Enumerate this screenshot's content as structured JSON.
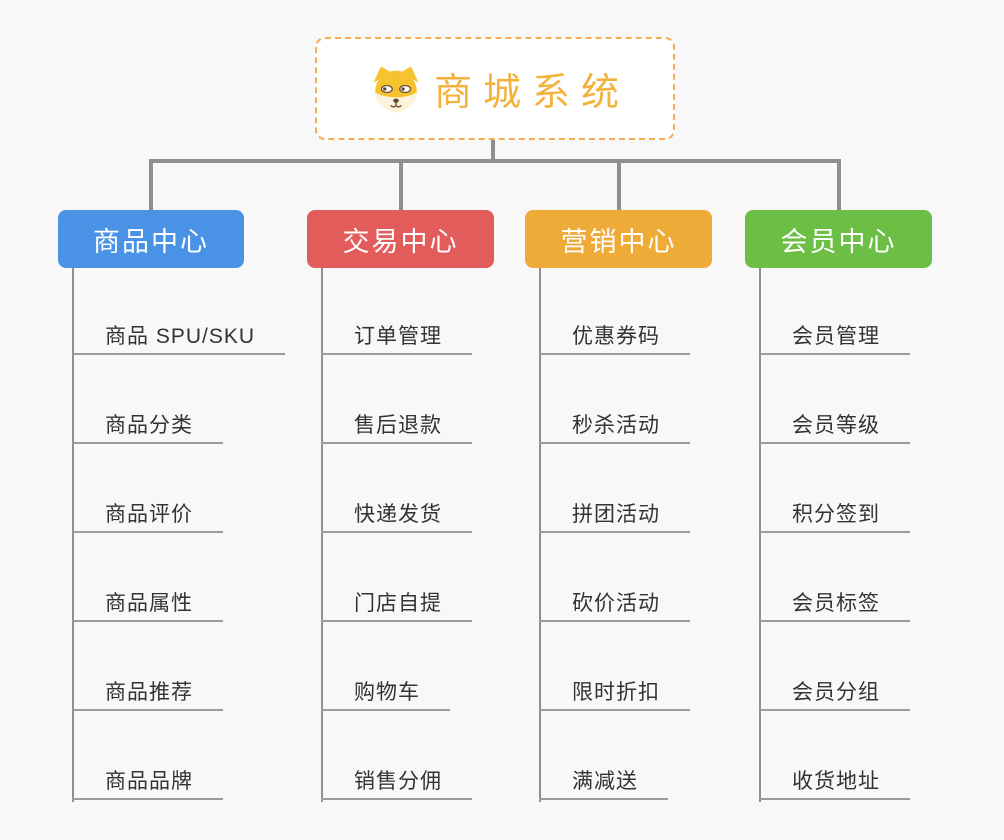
{
  "root": {
    "title": "商城系统",
    "icon": "shiba-dog-icon",
    "accent_color": "#f2b23c",
    "border_color": "#f5ac52"
  },
  "connector_color": "#8f8f8f",
  "branches": [
    {
      "label": "商品中心",
      "color": "#4a92e6",
      "items": [
        "商品 SPU/SKU",
        "商品分类",
        "商品评价",
        "商品属性",
        "商品推荐",
        "商品品牌"
      ]
    },
    {
      "label": "交易中心",
      "color": "#e35c5c",
      "items": [
        "订单管理",
        "售后退款",
        "快递发货",
        "门店自提",
        "购物车",
        "销售分佣"
      ]
    },
    {
      "label": "营销中心",
      "color": "#efab37",
      "items": [
        "优惠券码",
        "秒杀活动",
        "拼团活动",
        "砍价活动",
        "限时折扣",
        "满减送"
      ]
    },
    {
      "label": "会员中心",
      "color": "#6cbe45",
      "items": [
        "会员管理",
        "会员等级",
        "积分签到",
        "会员标签",
        "会员分组",
        "收货地址"
      ]
    }
  ]
}
